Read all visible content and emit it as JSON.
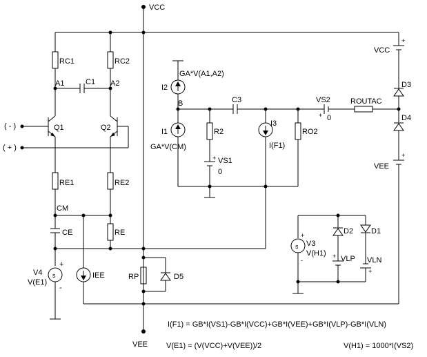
{
  "labels": {
    "vcc": "VCC",
    "vee": "VEE",
    "rc1": "RC1",
    "rc2": "RC2",
    "a1": "A1",
    "a2": "A2",
    "c1": "C1",
    "q1": "Q1",
    "q2": "Q2",
    "in_neg": "( - )",
    "in_pos": "( + )",
    "re1": "RE1",
    "re2": "RE2",
    "cm": "CM",
    "ce": "CE",
    "re": "RE",
    "v4": "V4",
    "ve1": "V(E1)",
    "iee": "IEE",
    "rp": "RP",
    "d5": "D5",
    "i2": "I2",
    "ga_a": "GA*V(A1,A2)",
    "b": "B",
    "i1": "I1",
    "ga_cm": "GA*V(CM)",
    "r2": "R2",
    "vs1": "VS1",
    "vs1_zero": "0",
    "c3": "C3",
    "i3": "I3",
    "if1": "I(F1)",
    "ro2": "RO2",
    "vs2": "VS2",
    "vs2_zero": "0",
    "routac": "ROUTAC",
    "vcc2": "VCC",
    "d3": "D3",
    "d4": "D4",
    "vee2": "VEE",
    "v3": "V3",
    "vh1": "V(H1)",
    "d2": "D2",
    "d1": "D1",
    "vlp": "VLP",
    "vln": "VLN",
    "plus": "+",
    "minus": "-"
  },
  "equations": {
    "if1": "I(F1) = GB*I(VS1)-GB*I(VCC)+GB*I(VEE)+GB*I(VLP)-GB*I(VLN)",
    "ve1": "V(E1) = (V(VCC)+V(VEE))/2",
    "vh1": "V(H1) = 1000*I(VS2)"
  }
}
